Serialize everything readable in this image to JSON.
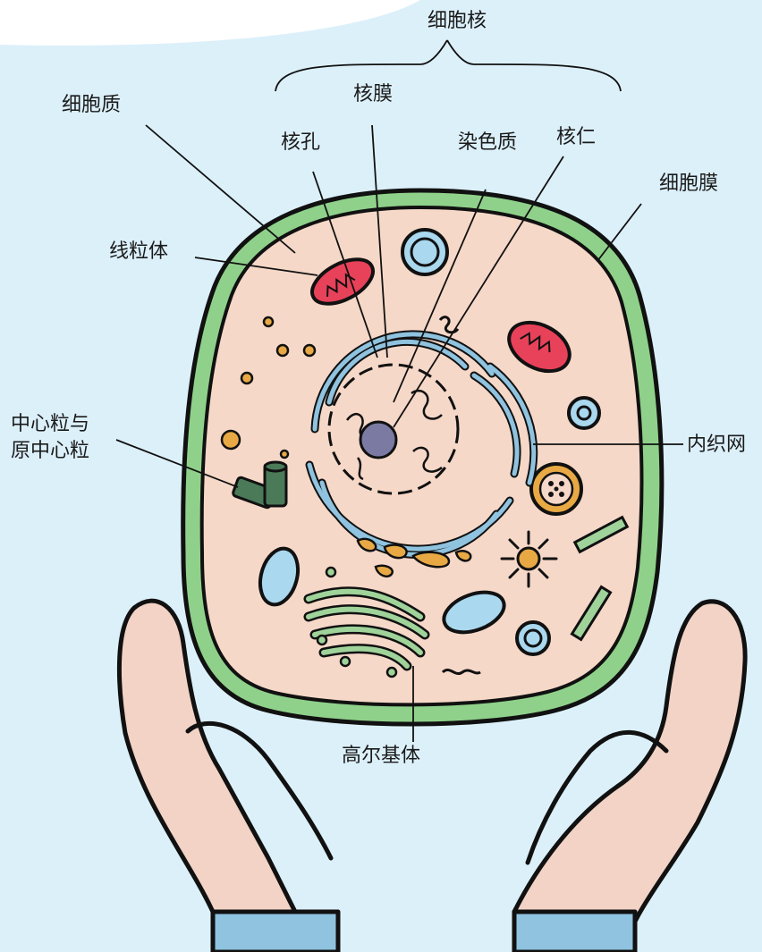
{
  "labels": {
    "nucleus": "细胞核",
    "nuclear_membrane": "核膜",
    "cytoplasm": "细胞质",
    "nuclear_pore": "核孔",
    "chromatin": "染色质",
    "nucleolus": "核仁",
    "cell_membrane": "细胞膜",
    "mitochondrion": "线粒体",
    "centriole": "中心粒与\n原中心粒",
    "endoplasmic_reticulum": "内织网",
    "golgi": "高尔基体"
  },
  "colors": {
    "background": "#dcf0fa",
    "cell_membrane": "#8fd18a",
    "cytoplasm": "#f6d8c8",
    "hands": "#f3d3c6",
    "sleeves": "#8fc3e0",
    "mitochondrion": "#e8415a",
    "endoplasmic_reticulum": "#8fc3df",
    "golgi": "#9fd39a",
    "vacuole": "#a9d8ef",
    "nucleolus": "#7b7aa3",
    "lysosome": "#e8a945"
  }
}
